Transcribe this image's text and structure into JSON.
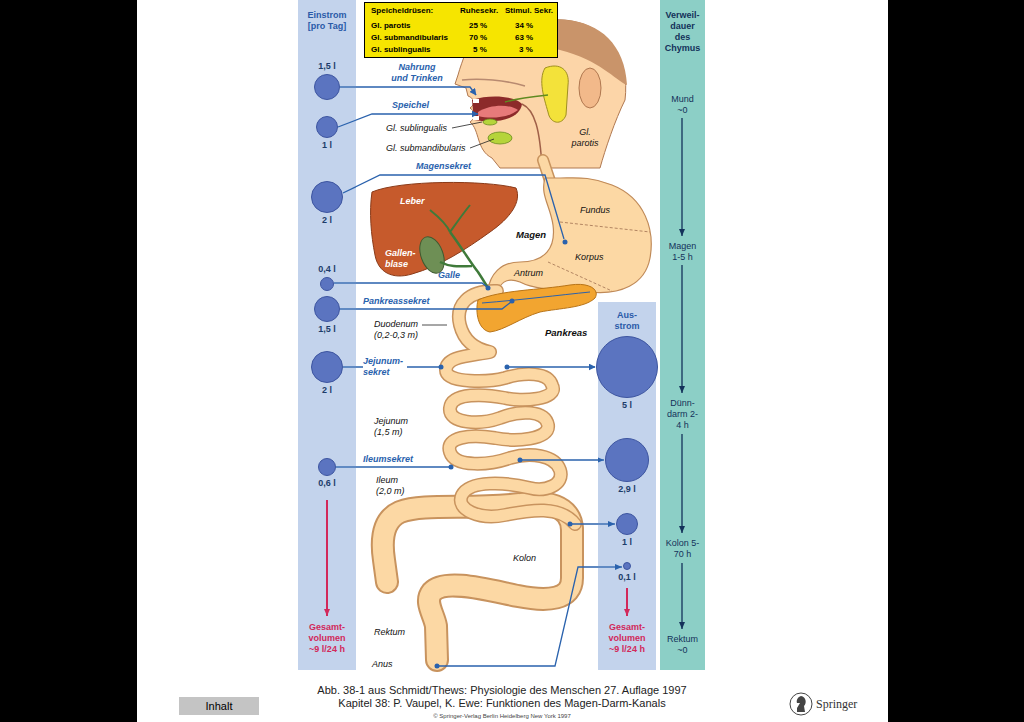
{
  "diagram": {
    "caption": "Abb. 38-1 aus Schmidt/Thews: Physiologie des Menschen 27. Auflage 1997 Kapitel 38: P. Vaupel, K. Ewe: Funktionen des Magen-Darm-Kanals",
    "nodes": [
      {
        "text": [
          "Einstrom [pro Tag]",
          "Gesamt- volumen ~9 l/24 h"
        ]
      },
      {
        "text": [
          "1,5 l"
        ],
        "in": 0
      },
      {
        "text": [
          "1 l"
        ],
        "in": 0
      },
      {
        "text": [
          "2 l"
        ],
        "in": 0
      },
      {
        "text": [
          "0,4 l"
        ],
        "in": 0
      },
      {
        "text": [
          "1,5 l"
        ],
        "in": 0
      },
      {
        "text": [
          "2 l"
        ],
        "in": 0
      },
      {
        "text": [
          "0,6 l"
        ],
        "in": 0
      },
      {
        "text": [
          "Aus- strom",
          "Gesamt- volumen ~9 l/24 h"
        ]
      },
      {
        "text": [
          "5 l"
        ],
        "in": 8
      },
      {
        "text": [
          "2,9 l"
        ],
        "in": 8
      },
      {
        "text": [
          "1 l"
        ],
        "in": 8
      },
      {
        "text": [
          "0,1 l"
        ],
        "in": 8
      },
      {
        "text": [
          "Verweil- dauer des Chymus",
          "Mund ~0",
          "Magen 1-5 h",
          "Dünn- darm 2-4 h",
          "Kolon 5-70 h",
          "Rektum ~0"
        ]
      },
      {
        "text": [
          "Speicheldrüsen:",
          "Ruhesekr.",
          "Stimul. Sekr.",
          "Gl. parotis",
          "25 %",
          "34 %",
          "Gl. submandibularis",
          "70 %",
          "63 %",
          "Gl. sublingualis",
          "5 %",
          "3 %"
        ]
      },
      {
        "text": [
          "Inhalt"
        ]
      }
    ],
    "labels": [
      "Nahrung und Trinken",
      "Speichel",
      "Gl. sublingualis",
      "Gl. submandibularis",
      "Gl. parotis",
      "Magensekret",
      "Leber",
      "Gallen- blase",
      "Magen",
      "Fundus",
      "Korpus",
      "Antrum",
      "Galle",
      "Pankreassekret",
      "Pankreas",
      "Duodenum (0,2-0,3 m)",
      "Jejunum- sekret",
      "Jejunum (1,5 m)",
      "Ileumsekret",
      "Ileum (2,0 m)",
      "Kolon",
      "Rektum",
      "Anus",
      "© Springer-Verlag Berlin Heidelberg New York 1997",
      "Springer"
    ]
  }
}
